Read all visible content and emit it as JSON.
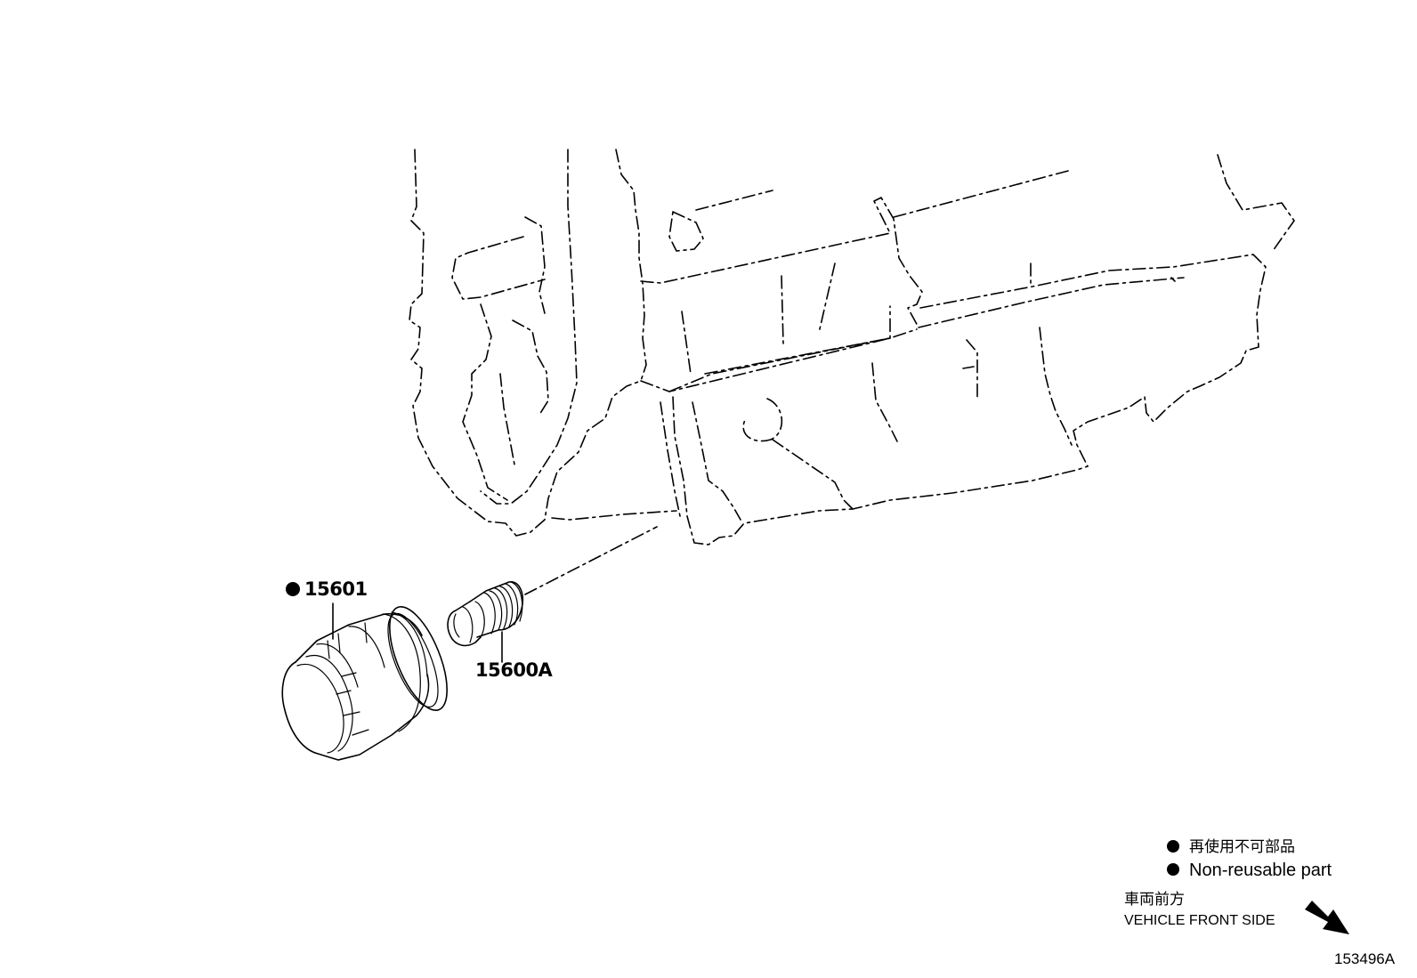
{
  "parts": {
    "oil_filter": {
      "number": "15601",
      "non_reusable": true
    },
    "union": {
      "number": "15600A"
    }
  },
  "legend": {
    "non_reusable_jp": "再使用不可部品",
    "non_reusable_en": "Non-reusable part"
  },
  "direction": {
    "label_jp": "車両前方",
    "label_en": "VEHICLE FRONT SIDE"
  },
  "figure_id": "153496A"
}
